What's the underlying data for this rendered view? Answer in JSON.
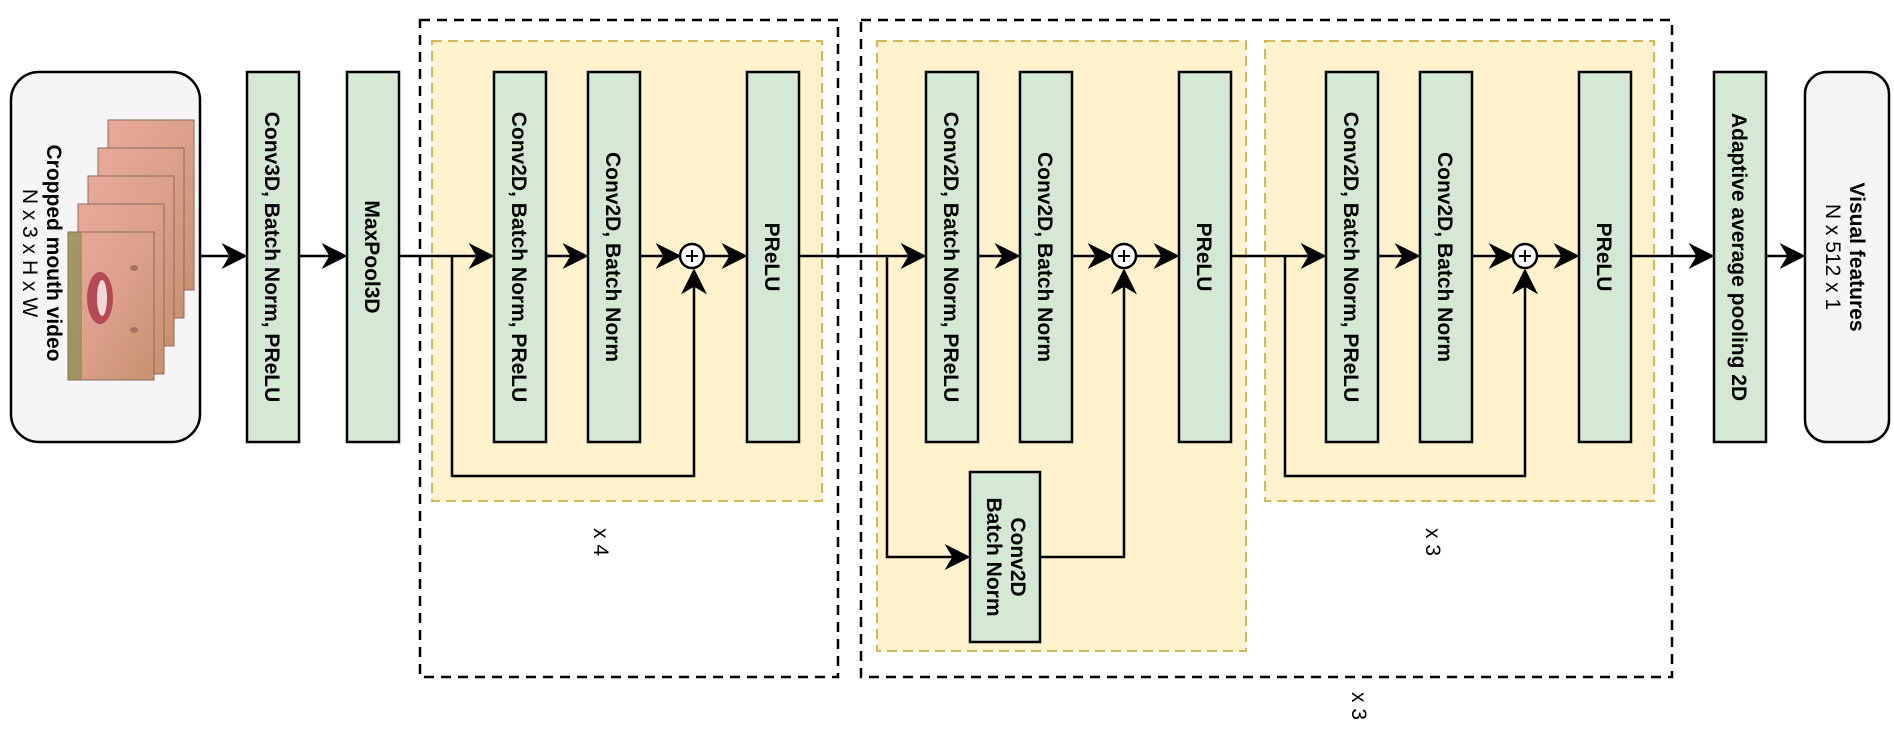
{
  "input": {
    "title": "Cropped mouth video",
    "shape": "N x 3 x H x W"
  },
  "output": {
    "title": "Visual features",
    "shape": "N x 512 x 1"
  },
  "blocks": {
    "conv3d": "Conv3D, Batch Norm, PReLU",
    "maxpool": "MaxPool3D",
    "conv2d_bn_prelu": "Conv2D, Batch Norm, PReLU",
    "conv2d_bn": "Conv2D, Batch Norm",
    "prelu": "PReLU",
    "shortcut_line1": "Conv2D",
    "shortcut_line2": "Batch Norm",
    "adaptive_pool": "Adaptive average pooling 2D"
  },
  "repeats": {
    "group1": "x 4",
    "inner2": "x 3",
    "group2": "x 3"
  },
  "colors": {
    "block_fill": "#d5e8d4",
    "residual_fill": "#fff2cc",
    "residual_border": "#d6b656",
    "io_fill": "#f5f5f5",
    "stroke": "#000000"
  },
  "icons": {
    "sum": "circled-plus-icon",
    "frames": "video-frames-icon"
  }
}
